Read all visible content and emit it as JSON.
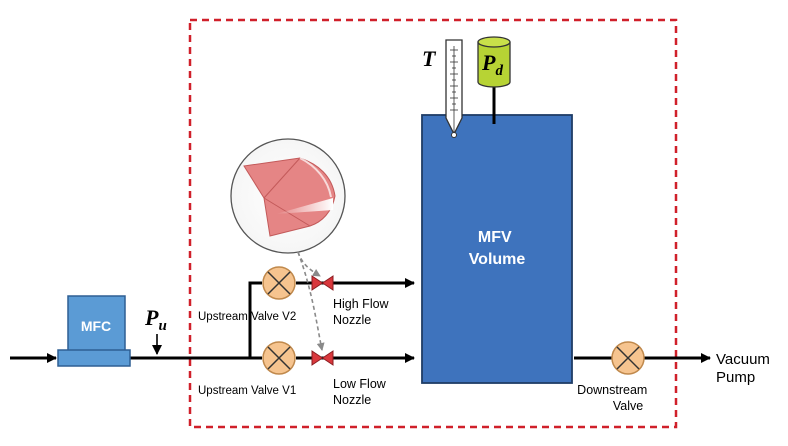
{
  "mfc": {
    "label": "MFC"
  },
  "pressure_upstream": {
    "symbol": "P",
    "subscript": "u"
  },
  "pressure_downstream": {
    "symbol": "P",
    "subscript": "d"
  },
  "temperature": {
    "symbol": "T"
  },
  "volume": {
    "line1": "MFV",
    "line2": "Volume"
  },
  "upstream_valve_v2": {
    "label": "Upstream Valve V2"
  },
  "upstream_valve_v1": {
    "label": "Upstream Valve V1"
  },
  "high_flow_nozzle": {
    "line1": "High Flow",
    "line2": "Nozzle"
  },
  "low_flow_nozzle": {
    "line1": "Low Flow",
    "line2": "Nozzle"
  },
  "downstream_valve": {
    "line1": "Downstream",
    "line2": "Valve"
  },
  "vacuum_pump": {
    "line1": "Vacuum",
    "line2": "Pump"
  },
  "colors": {
    "boundary": "#d0202a",
    "volume_fill": "#3e73bd",
    "mfc_fill": "#5b9bd5",
    "valve_fill": "#f6c48f",
    "nozzle_fill": "#d9383d",
    "gauge_fill": "#b7d334",
    "inset_fill": "#e58585"
  }
}
